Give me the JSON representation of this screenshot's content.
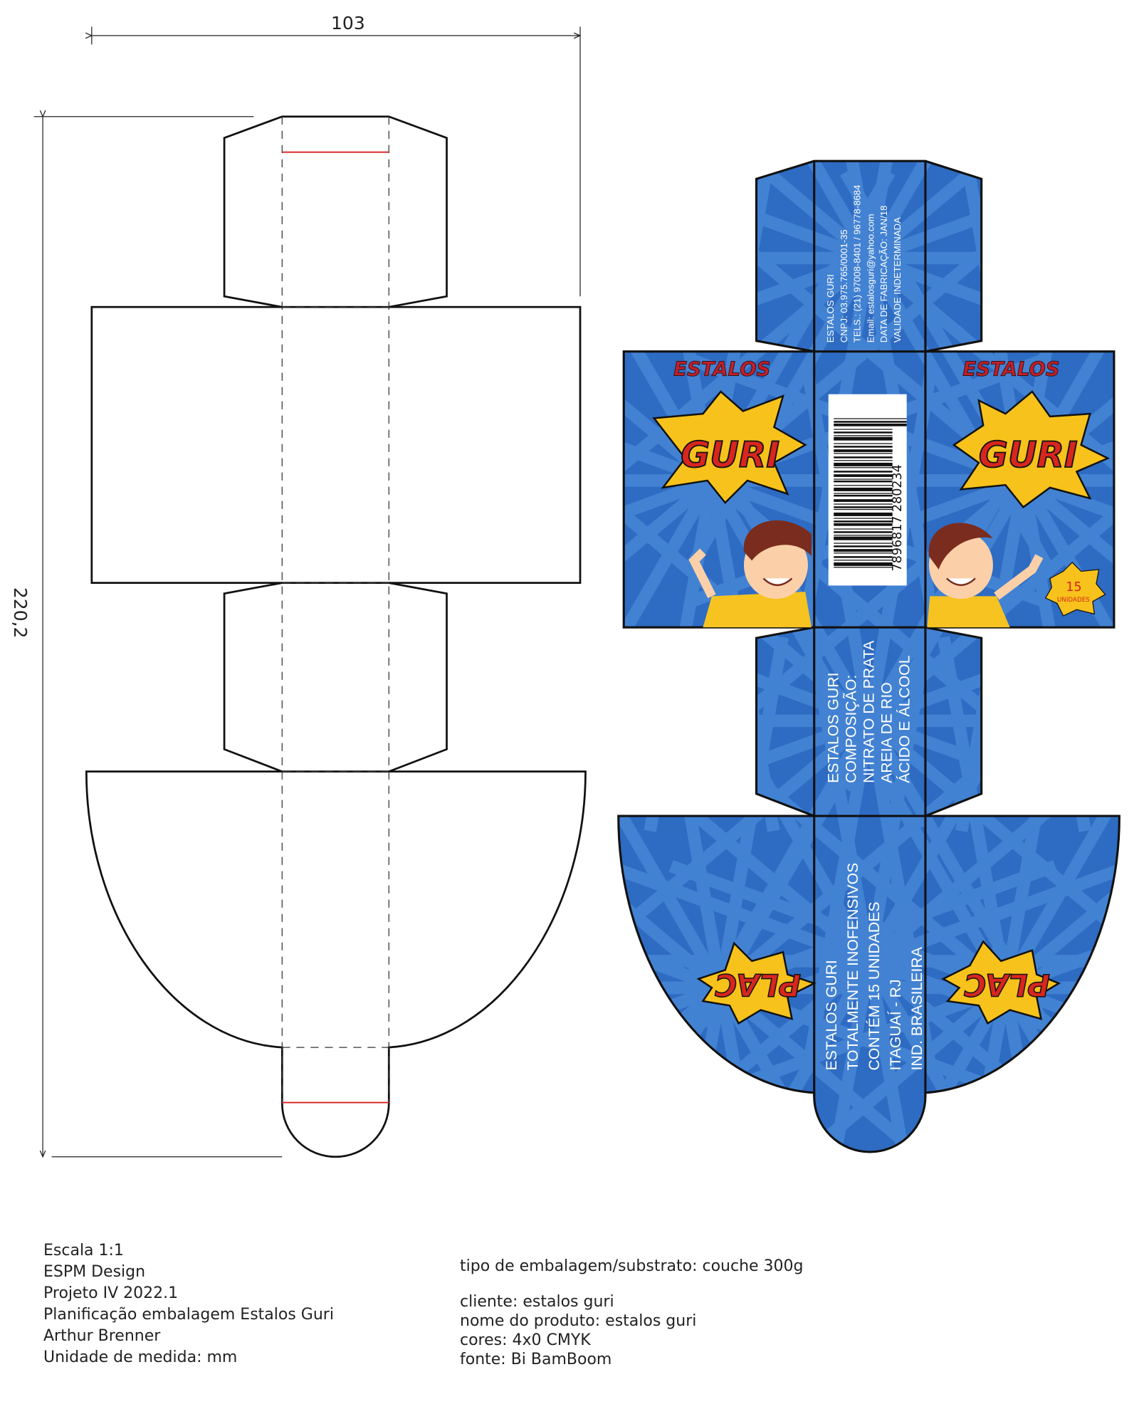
{
  "dimensions": {
    "width_label": "103",
    "height_label": "220,2"
  },
  "top_flap_text": [
    "ESTALOS GURI",
    "CNPJ: 03.975.765/0001-35",
    "TELS.: (21) 97008-8401 / 96778-8684",
    "Email: estalosguri@yahoo.com",
    "DATA DE FABRICAÇÃO: JAN/18",
    "VALIDADE INDETERMINADA"
  ],
  "front": {
    "brand_small": "ESTALOS",
    "brand_big": "GURI",
    "count_number": "15",
    "count_label": "UNIDADES"
  },
  "barcode_number": "7896817 280234",
  "middle_flap_text": [
    "ESTALOS GURI",
    "COMPOSIÇÃO:",
    "NITRATO DE PRATA",
    "AREIA DE RIO",
    "ÁCIDO E ÁLCOOL"
  ],
  "bottom_text": [
    "ESTALOS GURI",
    "TOTALMENTE INOFENSIVOS",
    "CONTÉM 15 UNIDADES",
    "ITAGUAÍ - RJ",
    "IND. BRASILEIRA"
  ],
  "bottom_burst": "PLAC",
  "colors": {
    "blue": "#2e6bc2",
    "ray": "#4a8ad8",
    "yellow": "#f7c21b",
    "red": "#d7261e",
    "outline": "#111111",
    "cut_red": "#d62020"
  },
  "info_left": [
    "Escala 1:1",
    "ESPM Design",
    "Projeto IV 2022.1",
    "Planificação  embalagem  Estalos  Guri",
    "Arthur Brenner",
    "Unidade de medida: mm"
  ],
  "info_right": {
    "substrate": "tipo de embalagem/substrato: couche 300g",
    "lines": [
      "cliente: estalos guri",
      "nome do produto: estalos guri",
      "cores: 4x0 CMYK",
      "fonte: Bi BamBoom"
    ]
  }
}
